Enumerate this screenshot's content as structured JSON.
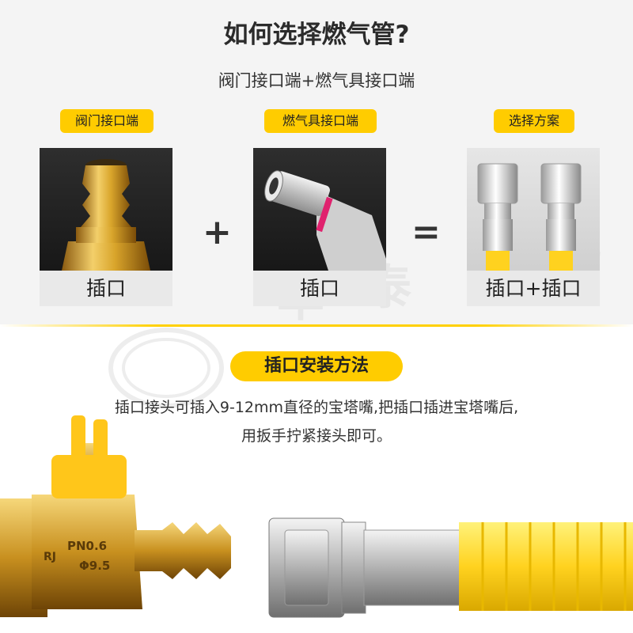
{
  "title": "如何选择燃气管?",
  "subtitle": "阀门接口端+燃气具接口端",
  "columns": [
    {
      "tag": "阀门接口端",
      "label": "插口"
    },
    {
      "tag": "燃气具接口端",
      "label": "插口"
    },
    {
      "tag": "选择方案",
      "label": "插口+插口"
    }
  ],
  "operators": {
    "plus": "+",
    "equals": "="
  },
  "section_title": "插口安装方法",
  "description": {
    "line1": "插口接头可插入9-12mm直径的宝塔嘴,把插口插进宝塔嘴后,",
    "line2": "用扳手拧紧接头即可。"
  },
  "valve_marks": {
    "text1": "PN0.6",
    "text2": "Φ9.5",
    "text3": "RJ"
  },
  "colors": {
    "accent": "#ffcc00",
    "hose": "#ffd21f",
    "brass": "#d9a52b"
  }
}
